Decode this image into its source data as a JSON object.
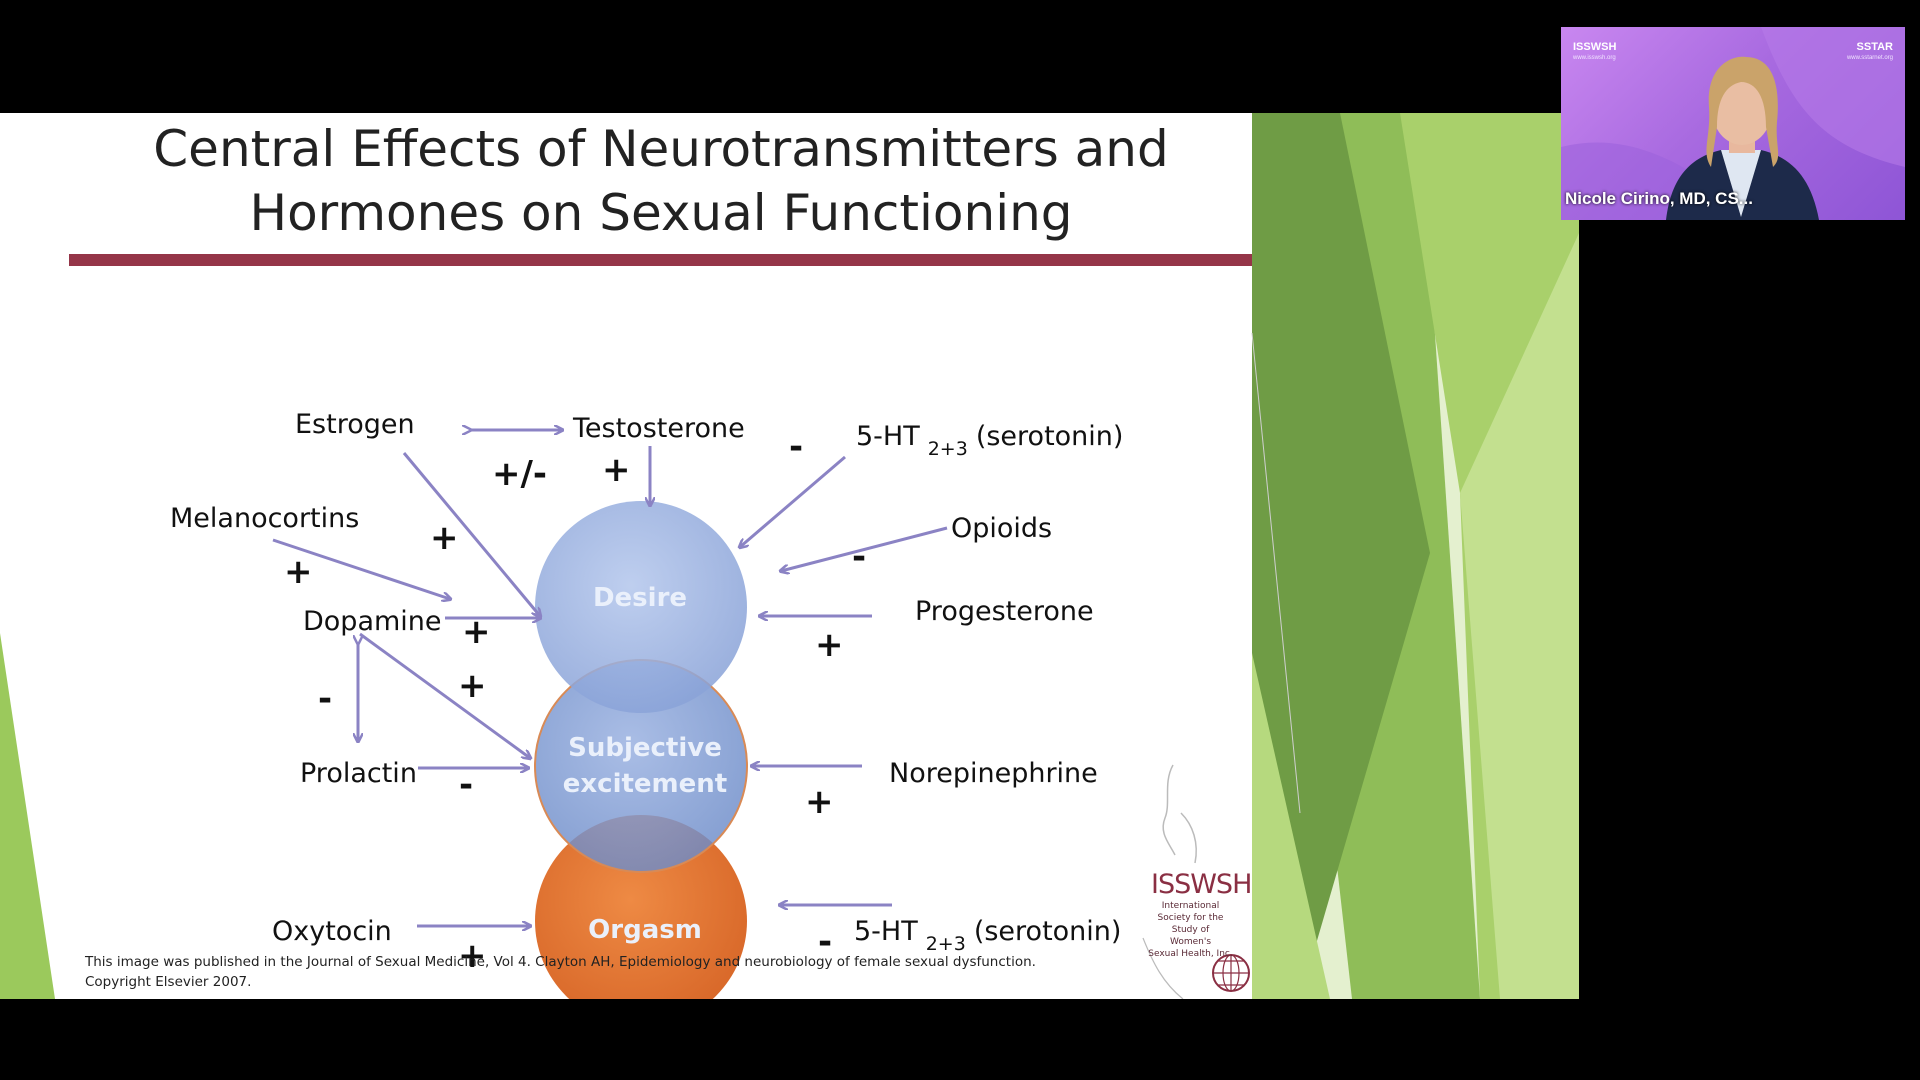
{
  "slide": {
    "title_line1": "Central Effects of Neurotransmitters and",
    "title_line2": "Hormones on Sexual Functioning",
    "nodes": {
      "desire": "Desire",
      "excitement_line1": "Subjective",
      "excitement_line2": "excitement",
      "orgasm": "Orgasm"
    },
    "labels": {
      "estrogen": "Estrogen",
      "testosterone": "Testosterone",
      "serotonin_top": "5-HT",
      "serotonin_top_sub": "2+3",
      "serotonin_top_paren": "(serotonin)",
      "melanocortins": "Melanocortins",
      "opioids": "Opioids",
      "dopamine": "Dopamine",
      "progesterone": "Progesterone",
      "prolactin": "Prolactin",
      "norepinephrine": "Norepinephrine",
      "oxytocin": "Oxytocin",
      "serotonin_bottom": "5-HT",
      "serotonin_bottom_sub": "2+3",
      "serotonin_bottom_paren": "(serotonin)"
    },
    "signs": {
      "estrogen_testosterone": "+/-",
      "testosterone": "+",
      "serotonin_top": "-",
      "estrogen": "+",
      "melanocortins": "+",
      "opioids": "-",
      "dopamine_desire": "+",
      "progesterone": "+",
      "dopamine_excitement": "+",
      "dopamine_prolactin": "-",
      "prolactin": "-",
      "norepinephrine": "+",
      "oxytocin": "+",
      "serotonin_bottom": "-"
    },
    "footer_line1": "This image was published in the Journal of Sexual Medicine, Vol 4. Clayton AH,  Epidemiology and neurobiology of female sexual dysfunction.",
    "footer_line2": "Copyright Elsevier 2007.",
    "logo": {
      "name": "ISSWSH",
      "subtitle": [
        "International",
        "Society for the",
        "Study of",
        "Women's",
        "Sexual Health, Inc."
      ]
    }
  },
  "video_tile": {
    "participant_name": "Nicole Cirino, MD, CS...",
    "brand_left": "ISSWSH",
    "brand_left_url": "www.isswsh.org",
    "brand_right": "SSTAR",
    "brand_right_url": "www.sstarnet.org"
  },
  "colors": {
    "title_rule": "#953548",
    "arrow": "#8b83c4",
    "desire_fill": "#9db3e0",
    "excitement_fill": "#7f9bd4",
    "orgasm_fill": "#e37a36",
    "green_accent": "#8ec44f",
    "camera_bg": "#a86ae0"
  }
}
